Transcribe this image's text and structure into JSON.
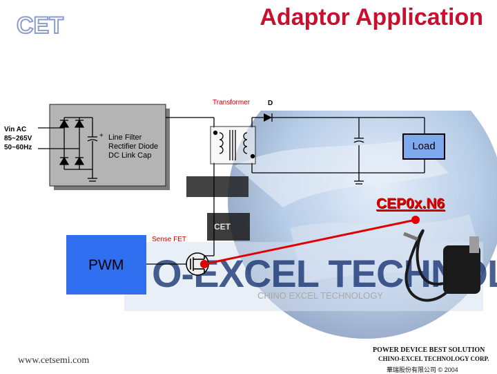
{
  "title": "Adaptor Application",
  "logo_text": "CET",
  "diagram": {
    "input_lines": [
      "Vin AC",
      "85~265V",
      "50~60Hz"
    ],
    "filter_lines": [
      "Line Filter",
      "Rectifier Diode",
      "DC Link Cap"
    ],
    "transformer_label": "Transformer",
    "diode_label": "D",
    "load_label": "Load",
    "part_number": "CEP0x.N6",
    "sense_label": "Sense FET",
    "controller_label": "PWM",
    "cap_plus": "+"
  },
  "watermark": {
    "company": "CHINO EXCEL TECHNOLOGY"
  },
  "footer": {
    "website": "www.cetsemi.com",
    "tagline": "POWER DEVICE BEST SOLUTION",
    "company": "CHINO-EXCEL TECHNOLOGY CORP.",
    "company_cjk": "華瑞股份有限公司 © 2004"
  },
  "colors": {
    "title": "#c8102e",
    "pwm_box": "#2f6ff0",
    "load_box": "#7fa9ef",
    "part_number": "#e00000",
    "rectifier_panel": "#b4b4b4"
  }
}
